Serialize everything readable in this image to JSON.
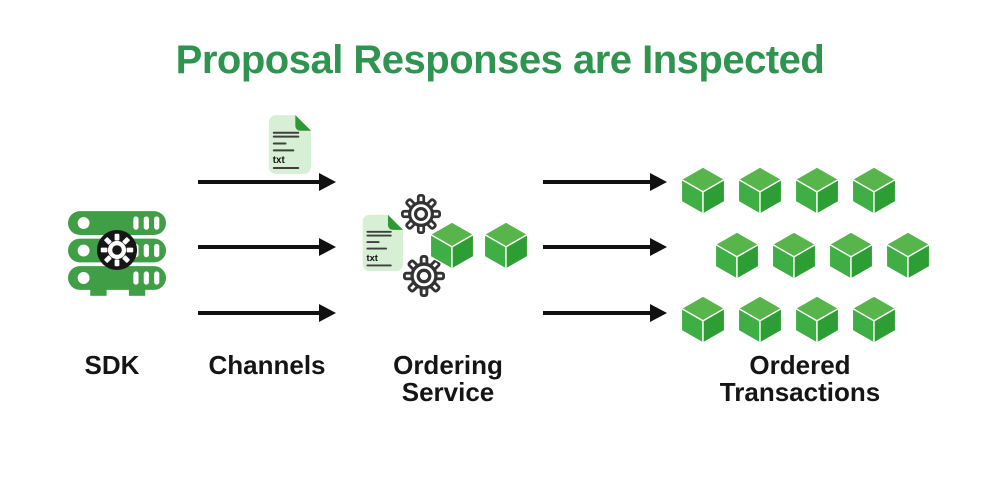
{
  "title": "Proposal Responses are Inspected",
  "labels": {
    "sdk": "SDK",
    "channels": "Channels",
    "ordering_service": "Ordering Service",
    "ordered_transactions": "Ordered Transactions"
  },
  "document_label": "txt",
  "cubes": {
    "ordering_service_count": 2,
    "ordered_rows": [
      4,
      4,
      4
    ]
  },
  "icons": [
    "server-rack-icon",
    "gear-icon",
    "txt-file-icon",
    "block-cube-icon",
    "flow-arrow"
  ],
  "colors": {
    "title": "#2E944F",
    "server_green": "#3F9E46",
    "doc_fill": "#D7EFD5",
    "doc_fold": "#2F9733",
    "doc_line": "#3F3F3F",
    "cube_top": "#58B54C",
    "cube_left": "#3FAE44",
    "cube_right": "#2D9E33",
    "gear_outline": "#333333",
    "gear_dark": "#161616",
    "arrow": "#111111",
    "label_text": "#151515"
  }
}
